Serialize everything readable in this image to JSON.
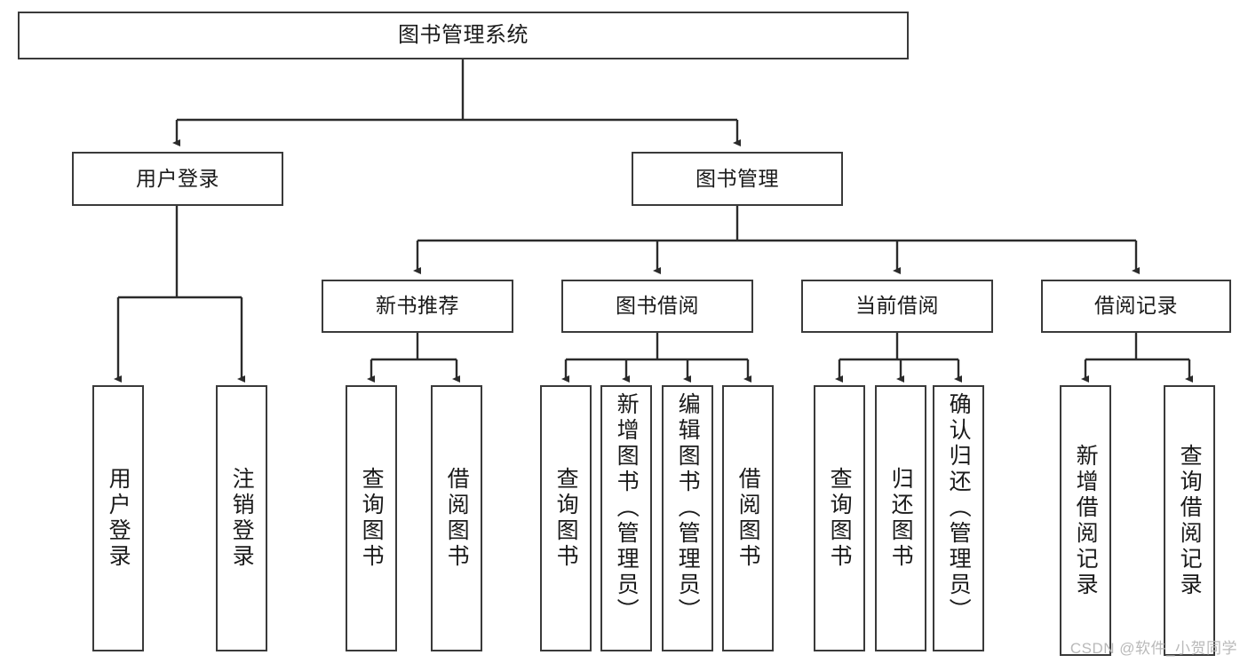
{
  "diagram": {
    "title": "图书管理系统",
    "type": "tree",
    "root": {
      "label": "图书管理系统"
    },
    "level2": [
      {
        "label": "用户登录"
      },
      {
        "label": "图书管理"
      }
    ],
    "level3": [
      {
        "label": "新书推荐"
      },
      {
        "label": "图书借阅"
      },
      {
        "label": "当前借阅"
      },
      {
        "label": "借阅记录"
      }
    ],
    "leaves": {
      "user_login": [
        {
          "label": "用户登录"
        },
        {
          "label": "注销登录"
        }
      ],
      "new_book": [
        {
          "label": "查询图书"
        },
        {
          "label": "借阅图书"
        }
      ],
      "book_borrow": [
        {
          "label": "查询图书"
        },
        {
          "label": "新增图书（管理员）"
        },
        {
          "label": "编辑图书（管理员）"
        },
        {
          "label": "借阅图书"
        }
      ],
      "current_borrow": [
        {
          "label": "查询图书"
        },
        {
          "label": "归还图书"
        },
        {
          "label": "确认归还（管理员）"
        }
      ],
      "borrow_record": [
        {
          "label": "新增借阅记录"
        },
        {
          "label": "查询借阅记录"
        }
      ]
    }
  },
  "watermark": {
    "text": "CSDN @软件_小贺同学"
  },
  "colors": {
    "box_border": "#3a3a3a",
    "line": "#2b2b2b",
    "background": "#ffffff",
    "text": "#1a1a1a",
    "watermark": "#b9b9b9"
  }
}
